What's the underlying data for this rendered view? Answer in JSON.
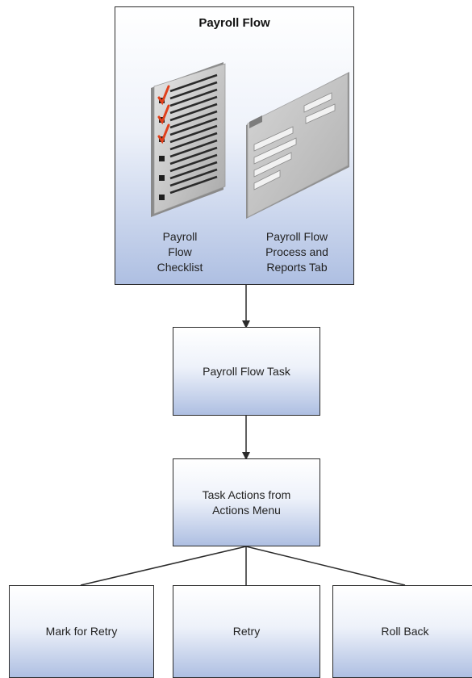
{
  "diagram": {
    "main": {
      "title": "Payroll Flow",
      "checklist_caption": [
        "Payroll",
        "Flow",
        "Checklist"
      ],
      "tab_caption": [
        "Payroll Flow",
        "Process and",
        "Reports Tab"
      ]
    },
    "task": {
      "label": "Payroll Flow Task"
    },
    "actions": {
      "label_lines": [
        "Task Actions from",
        "Actions Menu"
      ]
    },
    "outcomes": [
      {
        "label": "Mark for Retry"
      },
      {
        "label": "Retry"
      },
      {
        "label": "Roll Back"
      }
    ],
    "colors": {
      "box_border": "#2b2b2b",
      "gradient_top": "#ffffff",
      "gradient_bottom": "#aebfe2",
      "check_mark": "#e0401c"
    }
  }
}
